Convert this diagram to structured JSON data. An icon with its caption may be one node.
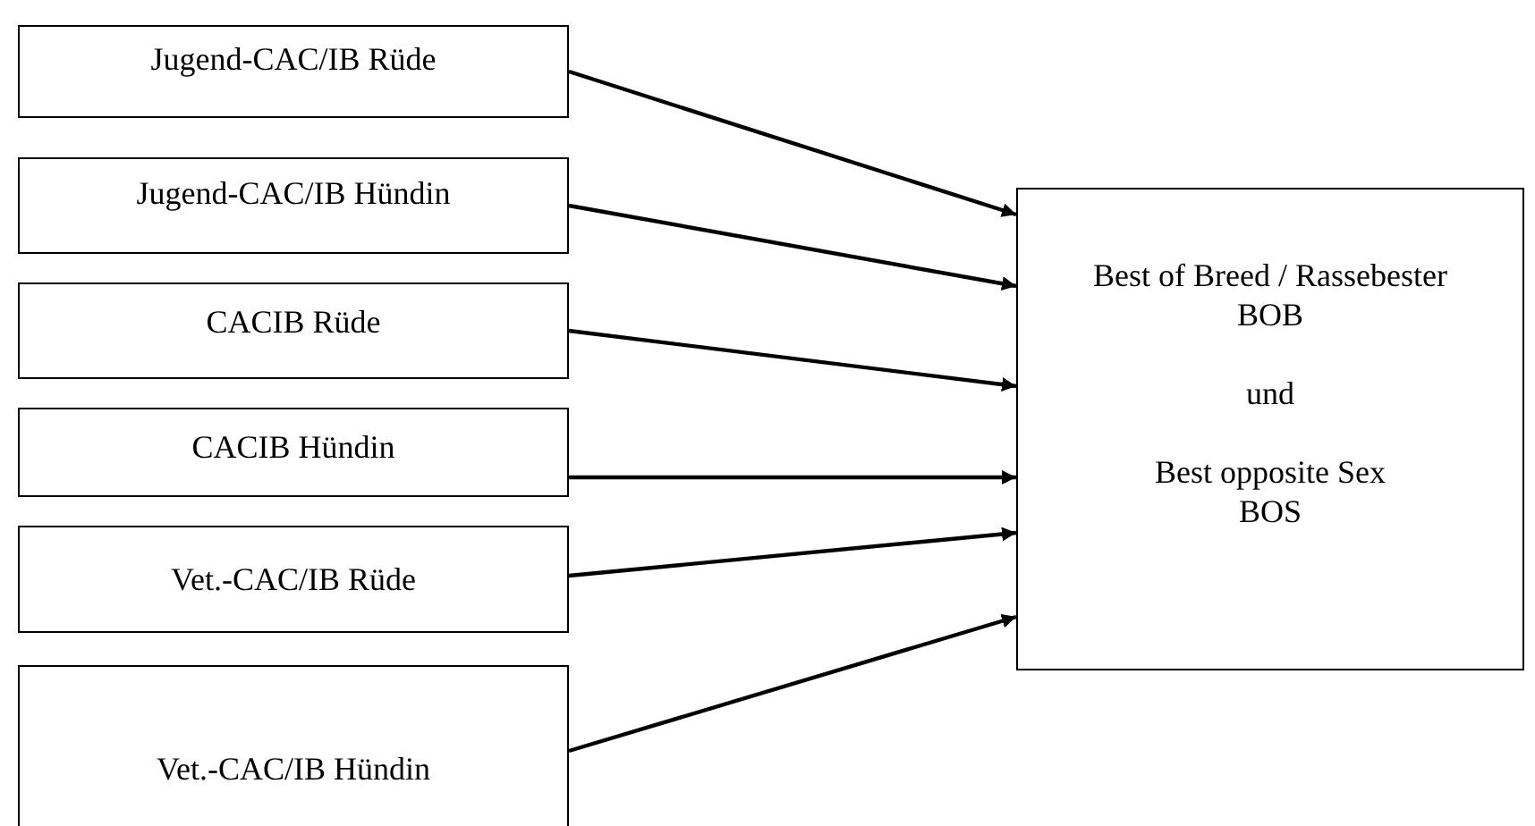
{
  "diagram": {
    "nodes": [
      {
        "text": [
          "Jugend-CAC/IB Rüde"
        ]
      },
      {
        "text": [
          "Jugend-CAC/IB Hündin"
        ]
      },
      {
        "text": [
          "CACIB Rüde"
        ]
      },
      {
        "text": [
          "CACIB Hündin"
        ]
      },
      {
        "text": [
          "Vet.-CAC/IB Rüde"
        ]
      },
      {
        "text": [
          "Vet.-CAC/IB Hündin"
        ]
      },
      {
        "text": [
          "Best of Breed / Rassebester",
          "BOB",
          "und",
          "Best opposite Sex",
          "BOS"
        ]
      }
    ],
    "edges": [
      {
        "from": 0,
        "to": 6,
        "arrow": "to"
      },
      {
        "from": 1,
        "to": 6,
        "arrow": "to"
      },
      {
        "from": 2,
        "to": 6,
        "arrow": "to"
      },
      {
        "from": 3,
        "to": 6,
        "arrow": "to"
      },
      {
        "from": 4,
        "to": 6,
        "arrow": "to"
      },
      {
        "from": 5,
        "to": 6,
        "arrow": "to"
      }
    ]
  }
}
